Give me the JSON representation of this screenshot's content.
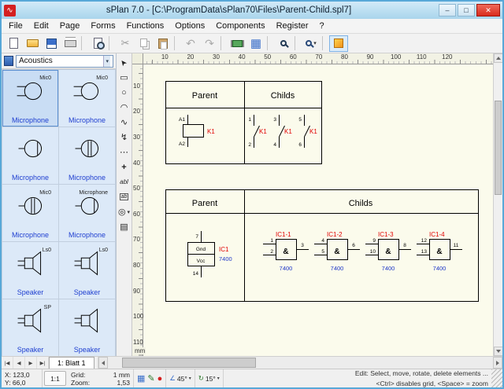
{
  "window": {
    "title": "sPlan 7.0 - [C:\\ProgramData\\sPlan70\\Files\\Parent-Child.spl7]",
    "app_icon_glyph": "∿",
    "controls": {
      "minimize": "–",
      "maximize": "□",
      "close": "✕"
    }
  },
  "menu": {
    "items": [
      "File",
      "Edit",
      "Page",
      "Forms",
      "Functions",
      "Options",
      "Components",
      "Register",
      "?"
    ]
  },
  "toolbar": {
    "buttons": [
      {
        "name": "new",
        "act": "true"
      },
      {
        "name": "open",
        "act": "true"
      },
      {
        "name": "save",
        "act": "true"
      },
      {
        "name": "print",
        "act": "true"
      },
      {
        "name": "sep",
        "act": "false"
      },
      {
        "name": "preview",
        "act": "true"
      },
      {
        "name": "sep",
        "act": "false"
      },
      {
        "name": "cut",
        "act": "true"
      },
      {
        "name": "copy",
        "act": "true"
      },
      {
        "name": "paste",
        "act": "true"
      },
      {
        "name": "sep",
        "act": "false"
      },
      {
        "name": "undo",
        "act": "true"
      },
      {
        "name": "redo",
        "act": "true"
      },
      {
        "name": "sep",
        "act": "false"
      },
      {
        "name": "chip",
        "act": "true"
      },
      {
        "name": "table",
        "act": "true"
      },
      {
        "name": "sep",
        "act": "false"
      },
      {
        "name": "search",
        "act": "true"
      },
      {
        "name": "sep",
        "act": "false"
      },
      {
        "name": "zoom",
        "act": "true"
      },
      {
        "name": "sep",
        "act": "false"
      },
      {
        "name": "marker",
        "act": "true"
      }
    ]
  },
  "library": {
    "category": "Acoustics",
    "caret": "▾",
    "items": [
      {
        "label": "Microphone",
        "tag": "Mic0",
        "symbol": "#sym-mic-a",
        "selected": "true"
      },
      {
        "label": "Microphone",
        "tag": "Mic0",
        "symbol": "#sym-mic-a",
        "selected": "false"
      },
      {
        "label": "Microphone",
        "tag": "",
        "symbol": "#sym-mic-b",
        "selected": "false"
      },
      {
        "label": "Microphone",
        "tag": "",
        "symbol": "#sym-mic-c",
        "selected": "false"
      },
      {
        "label": "Microphone",
        "tag": "Mic0",
        "symbol": "#sym-mic-c",
        "selected": "false"
      },
      {
        "label": "Microphone",
        "tag": "Microphone",
        "symbol": "#sym-mic-b",
        "selected": "false"
      },
      {
        "label": "Speaker",
        "tag": "Ls0",
        "symbol": "#sym-speaker",
        "selected": "false"
      },
      {
        "label": "Speaker",
        "tag": "Ls0",
        "symbol": "#sym-speaker",
        "selected": "false"
      },
      {
        "label": "Speaker",
        "tag": "SP",
        "symbol": "#sym-speaker",
        "selected": "false"
      },
      {
        "label": "Speaker",
        "tag": "",
        "symbol": "#sym-speaker",
        "selected": "false"
      }
    ]
  },
  "tools": [
    {
      "name": "select",
      "glyph": "➤"
    },
    {
      "name": "rectangle",
      "glyph": "▭"
    },
    {
      "name": "ellipse",
      "glyph": "○"
    },
    {
      "name": "arc",
      "glyph": "◠"
    },
    {
      "name": "bezier",
      "glyph": "∿"
    },
    {
      "name": "polyline",
      "glyph": "↯"
    },
    {
      "name": "special-line",
      "glyph": "⋯"
    },
    {
      "name": "crosshair",
      "glyph": "+"
    },
    {
      "name": "text",
      "glyph": "abl"
    },
    {
      "name": "text-frame",
      "glyph": "ab"
    },
    {
      "name": "zoom",
      "glyph": "◎"
    },
    {
      "name": "measure",
      "glyph": "▤"
    }
  ],
  "canvas": {
    "unit": "mm",
    "ruler_top": [
      "10",
      "20",
      "30",
      "40",
      "50",
      "60",
      "70",
      "80",
      "90",
      "100",
      "110",
      "120"
    ],
    "ruler_left": [
      "10",
      "20",
      "30",
      "40",
      "50",
      "60",
      "70",
      "80",
      "90",
      "100",
      "110"
    ],
    "frame1": {
      "parent_header": "Parent",
      "childs_header": "Childs",
      "relay": {
        "label": "K1",
        "pin_top": "A1",
        "pin_bottom": "A2"
      },
      "contacts": [
        {
          "label": "K1",
          "pin_top": "1",
          "pin_bottom": "2"
        },
        {
          "label": "K1",
          "pin_top": "3",
          "pin_bottom": "4"
        },
        {
          "label": "K1",
          "pin_top": "5",
          "pin_bottom": "6"
        }
      ]
    },
    "frame2": {
      "parent_header": "Parent",
      "childs_header": "Childs",
      "power": {
        "label": "IC1",
        "type": "7400",
        "top_text": "Gnd",
        "bottom_text": "Vcc",
        "pin_top": "7",
        "pin_bottom": "14"
      },
      "gates": [
        {
          "label": "IC1-1",
          "type": "7400",
          "symbol": "&",
          "in1": "1",
          "in2": "2",
          "out": "3"
        },
        {
          "label": "IC1-2",
          "type": "7400",
          "symbol": "&",
          "in1": "4",
          "in2": "5",
          "out": "6"
        },
        {
          "label": "IC1-3",
          "type": "7400",
          "symbol": "&",
          "in1": "9",
          "in2": "10",
          "out": "8"
        },
        {
          "label": "IC1-4",
          "type": "7400",
          "symbol": "&",
          "in1": "12",
          "in2": "13",
          "out": "11"
        }
      ]
    }
  },
  "tabs": {
    "nav": [
      "|◀",
      "◀",
      "▶",
      "▶|"
    ],
    "sheet": "1: Blatt 1"
  },
  "status": {
    "x": "X: 123,0",
    "y": "Y: 66,0",
    "scale": "1:1",
    "grid_label": "Grid:",
    "grid_value": "1 mm",
    "zoom_label": "Zoom:",
    "zoom_value": "1,53",
    "icons": [
      {
        "name": "grid-toggle",
        "glyph": "▦",
        "cls": "sic-grid"
      },
      {
        "name": "pencil-edit",
        "glyph": "✎",
        "cls": "sic-pencil"
      },
      {
        "name": "snap-indicator",
        "glyph": "●",
        "cls": "sic-red"
      }
    ],
    "angle_glyph": "∠",
    "angle_value": "45°",
    "rotate_glyph": "↻",
    "rotate_value": "15°",
    "caret": "▾",
    "help_line1": "Edit: Select, move, rotate, delete elements ...",
    "help_line2": "<Ctrl> disables grid, <Space> = zoom"
  }
}
